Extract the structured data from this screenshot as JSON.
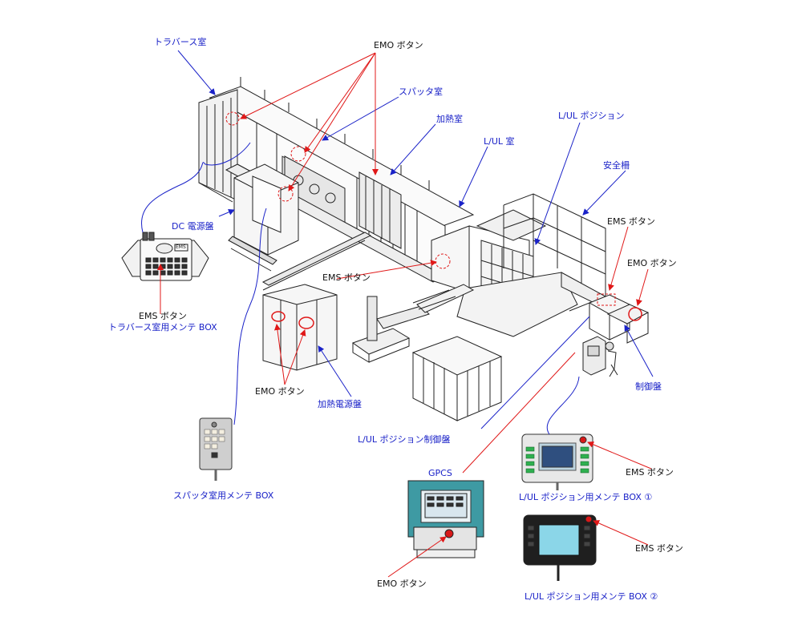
{
  "labels": {
    "traverse_room": "トラバース室",
    "emo_top": "EMO ボタン",
    "sputter_room": "スパッタ室",
    "heating_room": "加熱室",
    "lul_room": "L/UL 室",
    "lul_position": "L/UL ポジション",
    "safety_fence": "安全柵",
    "ems_right": "EMS ボタン",
    "emo_right": "EMO ボタン",
    "dc_power": "DC 電源盤",
    "ems_mid": "EMS ボタン",
    "ems_box_left": "EMS ボタン",
    "traverse_box": "トラバース室用メンテ BOX",
    "control_panel": "制御盤",
    "emo_mid": "EMO ボタン",
    "heating_power": "加熱電源盤",
    "lul_control": "L/UL ポジション制御盤",
    "gpcs": "GPCS",
    "ems_box1": "EMS ボタン",
    "lul_box1": "L/UL ポジション用メンテ BOX ①",
    "ems_box2": "EMS ボタン",
    "emo_gpcs": "EMO ボタン",
    "sputter_box": "スパッタ室用メンテ BOX",
    "lul_box2": "L/UL ポジション用メンテ BOX ②"
  },
  "device_text": {
    "ems_badge": "EMS"
  },
  "colors": {
    "leader_blue": "#1a22c8",
    "leader_red": "#e01818",
    "label_blue": "#1a22c8",
    "label_black": "#111111",
    "emo_red": "#d81818"
  }
}
